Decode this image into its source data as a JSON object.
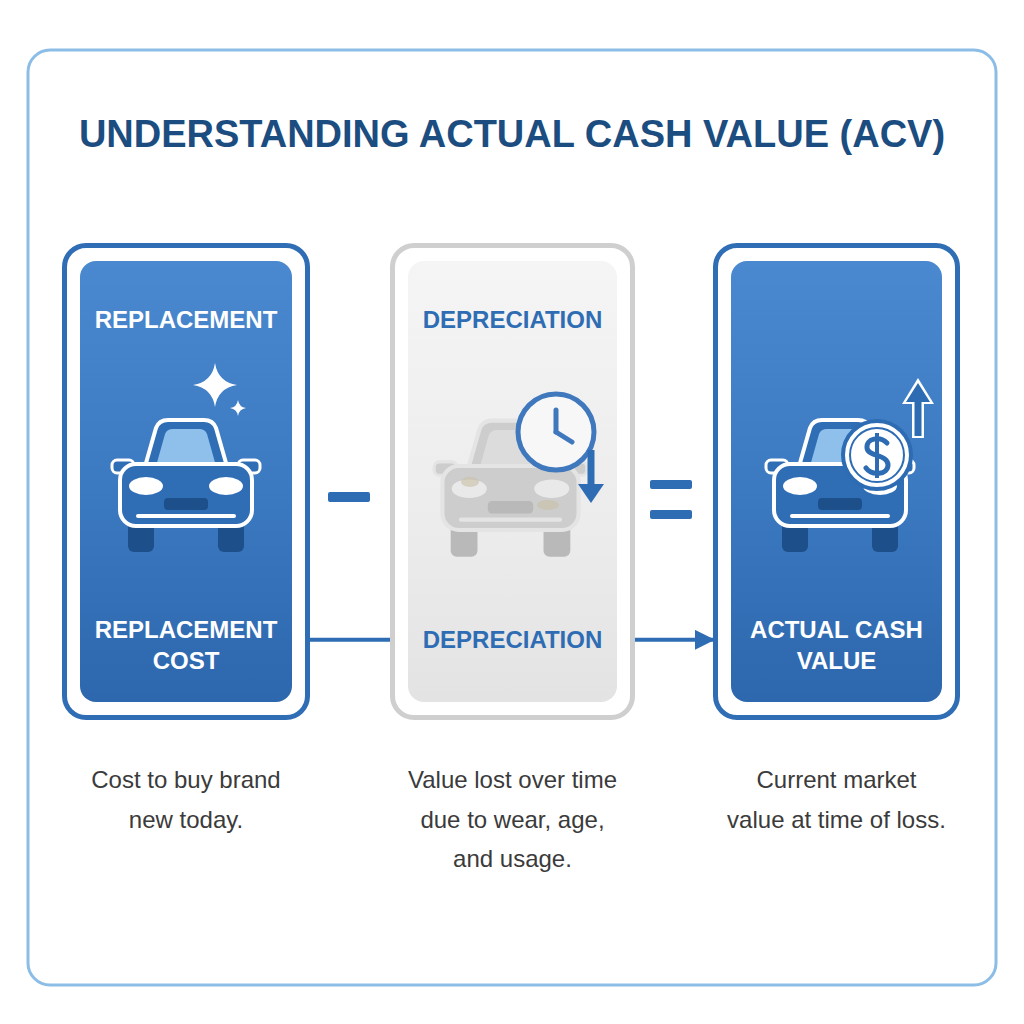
{
  "diagram": {
    "title": "UNDERSTANDING ACTUAL CASH VALUE (ACV)",
    "nodes": [
      {
        "text": [
          "REPLACEMENT",
          "REPLACEMENT COST",
          "Cost to buy brand new today."
        ]
      },
      {
        "text": [
          "DEPRECIATION",
          "DEPRECIATION",
          "Value lost over time due to wear, age, and usage."
        ]
      },
      {
        "text": [
          "ACTUAL CASH VALUE",
          "Current market value at time of loss."
        ]
      }
    ],
    "edges": [
      {
        "from": 0,
        "to": 1,
        "arrow": "none"
      },
      {
        "from": 1,
        "to": 2,
        "arrow": "to"
      }
    ]
  }
}
